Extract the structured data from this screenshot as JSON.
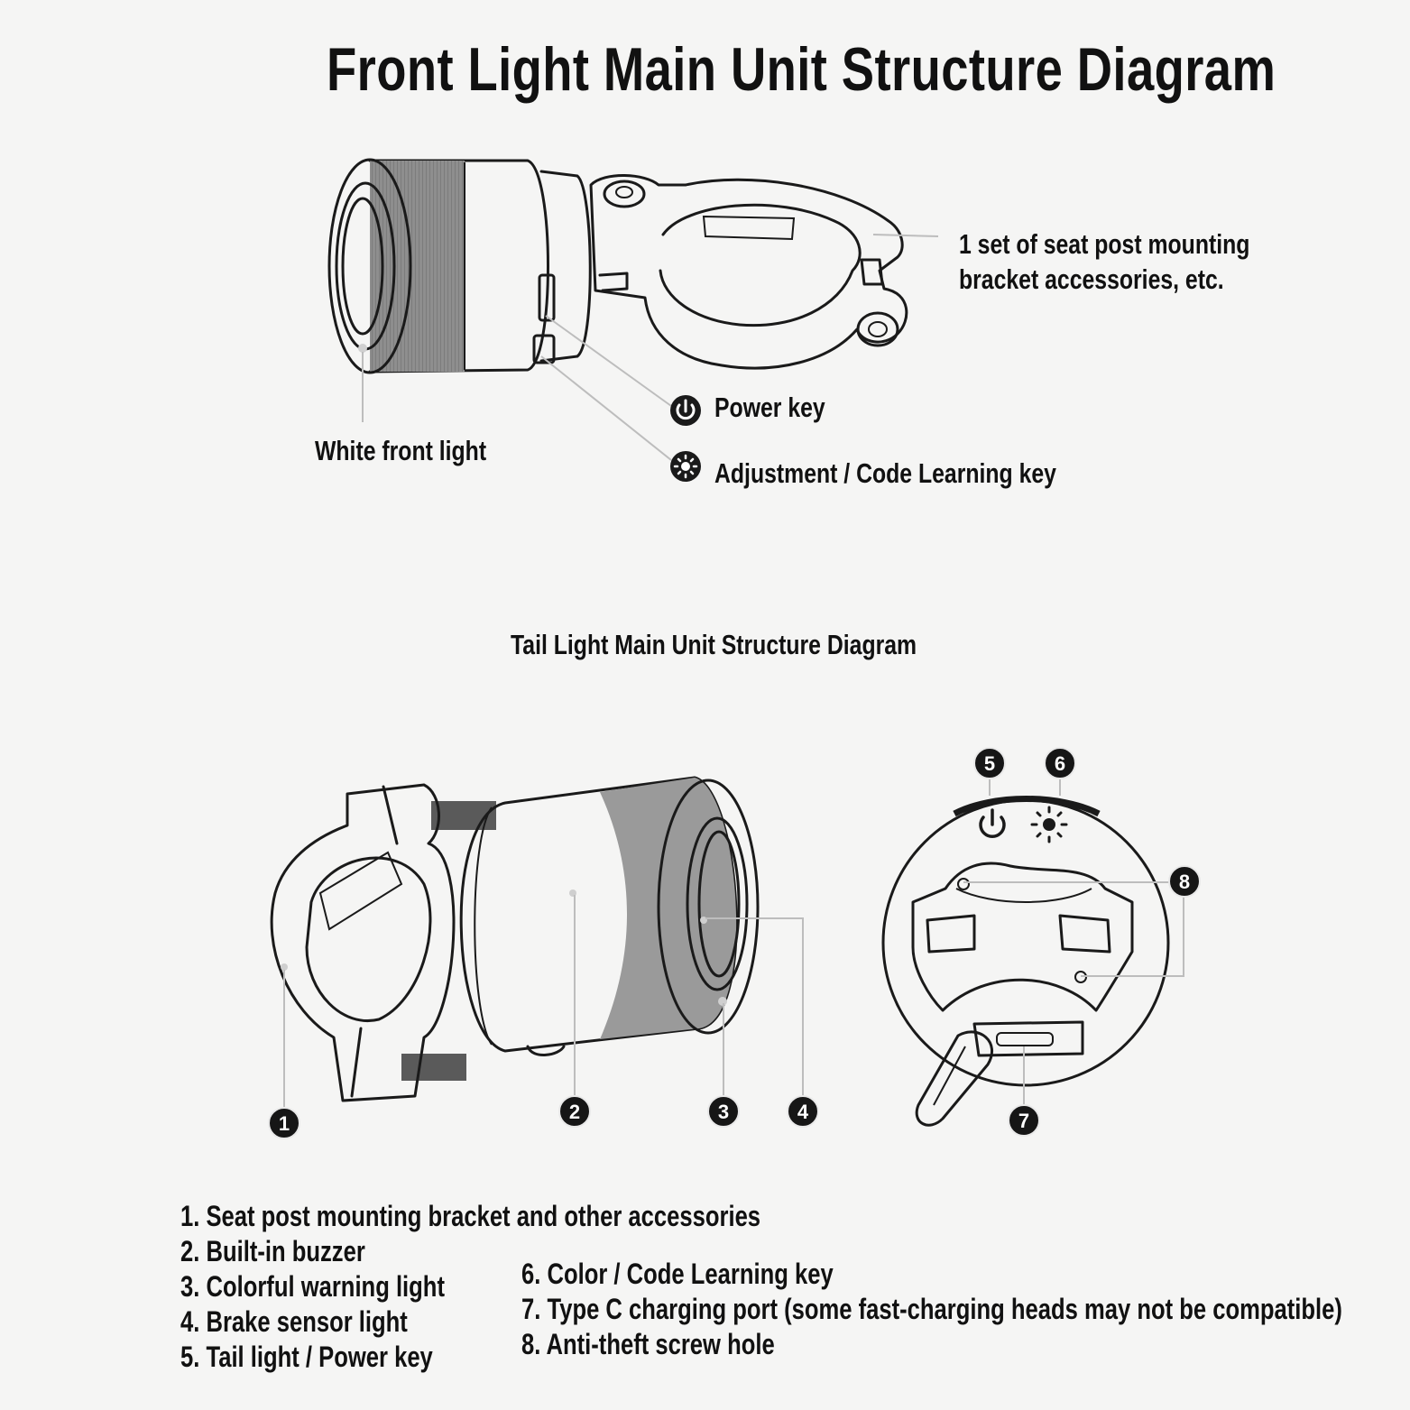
{
  "titles": {
    "main": "Front Light Main Unit Structure Diagram",
    "tail": "Tail Light Main Unit Structure Diagram"
  },
  "front_labels": {
    "bracket_line1": "1 set of seat post mounting",
    "bracket_line2": "bracket accessories, etc.",
    "power_key": "Power key",
    "white_light": "White front light",
    "adjust_key": "Adjustment / Code Learning key"
  },
  "icons": {
    "power": "power-icon",
    "brightness": "sun-icon"
  },
  "badges": [
    "1",
    "2",
    "3",
    "4",
    "5",
    "6",
    "7",
    "8"
  ],
  "legend": {
    "left": [
      "1. Seat post mounting bracket and other accessories",
      "2. Built-in buzzer",
      "3. Colorful warning light",
      "4. Brake sensor light",
      "5. Tail light / Power key"
    ],
    "right": [
      "6. Color / Code Learning key",
      "7. Type C charging port (some fast-charging heads may not be compatible)",
      "8. Anti-theft screw hole"
    ]
  },
  "colors": {
    "background": "#f5f5f4",
    "ink": "#1a1a1a",
    "leader": "#bdbdbd",
    "band": "#9a9a9a"
  }
}
